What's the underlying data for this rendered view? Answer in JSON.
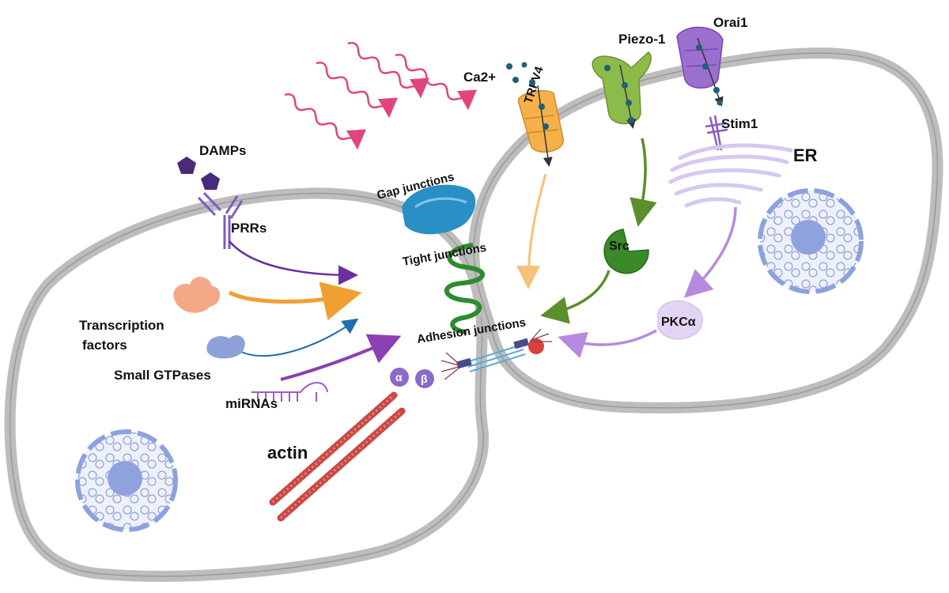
{
  "labels": {
    "damps": "DAMPs",
    "prrs": "PRRs",
    "transcription_factors_line1": "Transcription",
    "transcription_factors_line2": "factors",
    "small_gtpases": "Small GTPases",
    "mirnas": "miRNAs",
    "actin": "actin",
    "alpha": "α",
    "beta": "β",
    "gap_junctions": "Gap junctions",
    "tight_junctions": "Tight junctions",
    "adhesion_junctions": "Adhesion junctions",
    "ca2": "Ca2+",
    "trpv4": "TRPV4",
    "piezo1": "Piezo-1",
    "orai1": "Orai1",
    "stim1": "Stim1",
    "er": "ER",
    "src": "Src",
    "pkca": "PKCα"
  },
  "colors": {
    "membrane": "#bdbdbd",
    "membrane_edge": "#8f8f8f",
    "wave": "#e0457b",
    "prr_arrow": "#6a2fa0",
    "tf_arrow": "#f0a030",
    "gtpase_arrow": "#1f6fb0",
    "mirna_arrow": "#8b3fb0",
    "gap_junction": "#2a8fc4",
    "tight_junction": "#2e8b2e",
    "trpv4": "#f5b04a",
    "piezo1": "#8dbb4a",
    "orai1": "#9b6fcf",
    "src": "#3a8a2a",
    "pkca": "#e4d4f4",
    "nucleus": "#a9b8e6",
    "actin": "#d9534f",
    "ca_ion": "#1f5f7a"
  }
}
